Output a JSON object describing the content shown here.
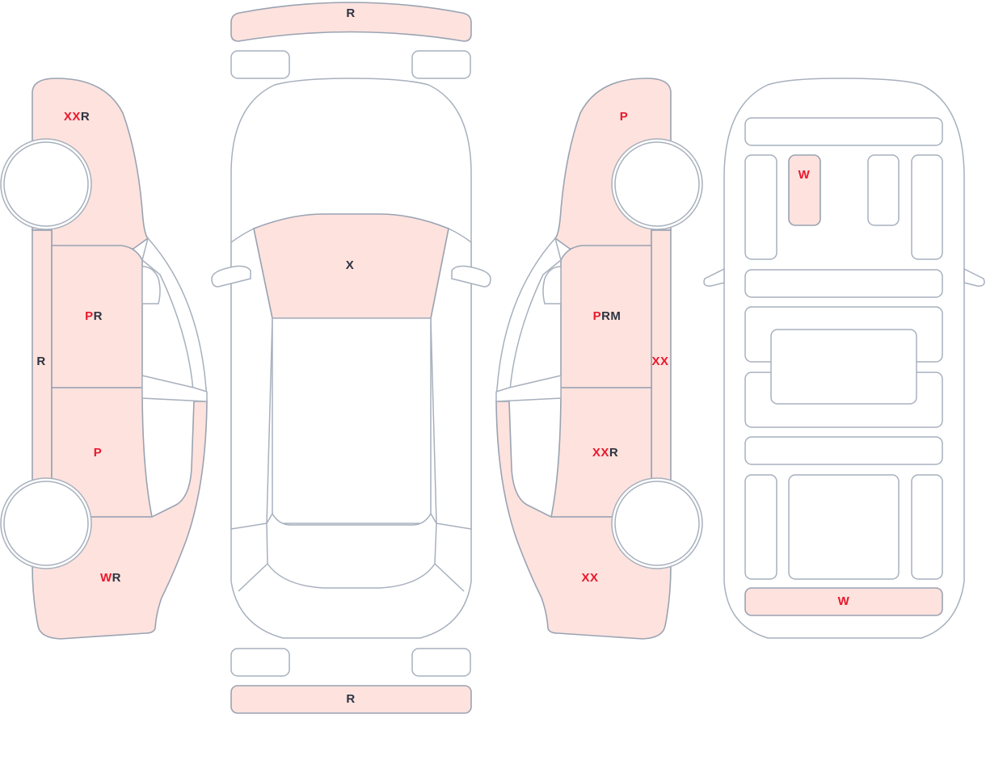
{
  "colors": {
    "damaged_fill": "#fde2de",
    "outline": "#99a3b2",
    "code_red": "#e8192c",
    "code_dark": "#2d3340"
  },
  "left_side": {
    "front_fender": {
      "red": "XX",
      "dark": "R"
    },
    "rocker": {
      "red": "",
      "dark": "R"
    },
    "front_door": {
      "red": "P",
      "dark": "R"
    },
    "rear_door": {
      "red": "P",
      "dark": ""
    },
    "rear_quarter": {
      "red": "W",
      "dark": "R"
    }
  },
  "top_view": {
    "front_bumper": {
      "red": "",
      "dark": "R"
    },
    "hood": {
      "red": "",
      "dark": "X"
    },
    "rear_bumper": {
      "red": "",
      "dark": "R"
    }
  },
  "right_side": {
    "front_fender": {
      "red": "P",
      "dark": ""
    },
    "rocker": {
      "red": "XX",
      "dark": ""
    },
    "front_door": {
      "red": "P",
      "dark": "RM"
    },
    "rear_door": {
      "red": "XX",
      "dark": "R"
    },
    "rear_quarter": {
      "red": "XX",
      "dark": ""
    }
  },
  "underbody": {
    "front_part": {
      "red": "W",
      "dark": ""
    },
    "rear_part": {
      "red": "W",
      "dark": ""
    }
  }
}
